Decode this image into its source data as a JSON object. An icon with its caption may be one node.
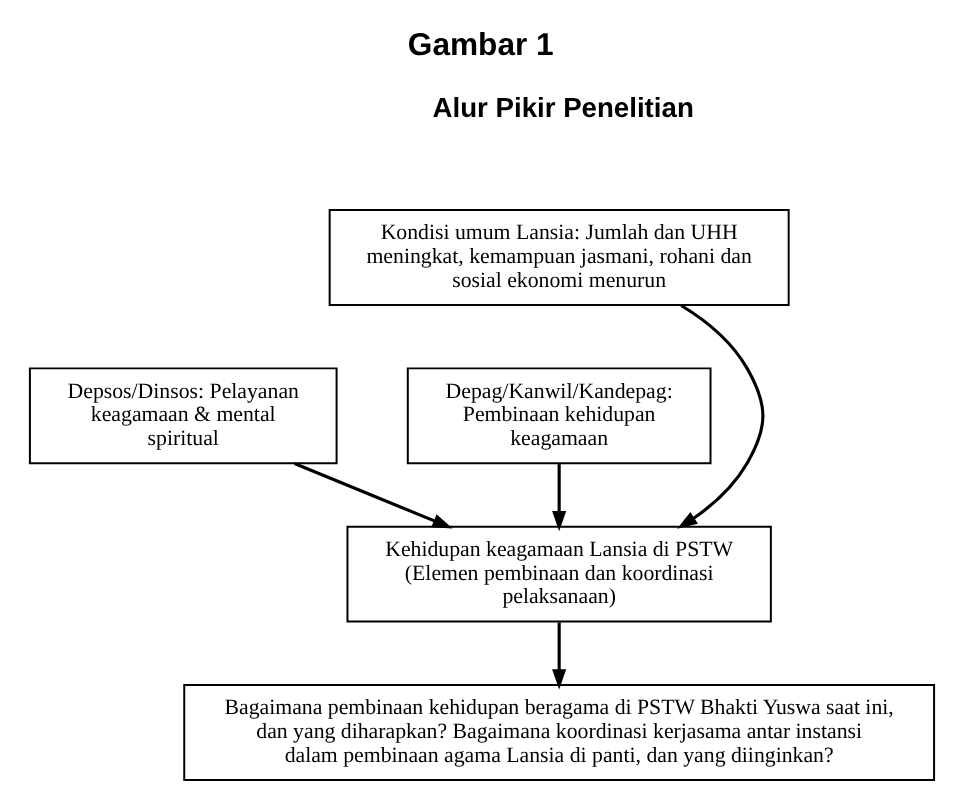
{
  "diagram": {
    "title": "Gambar 1",
    "nodes": [
      {
        "text": [
          "Kondisi umum Lansia: Jumlah dan UHH meningkat, kemampuan jasmani, rohani dan sosial ekonomi menurun"
        ]
      },
      {
        "text": [
          "Depsos/Dinsos: Pelayanan keagamaan & mental spiritual"
        ]
      },
      {
        "text": [
          "Depag/Kanwil/Kandepag: Pembinaan kehidupan keagamaan"
        ]
      },
      {
        "text": [
          "Kehidupan keagamaan Lansia di PSTW (Elemen pembinaan dan koordinasi pelaksanaan)"
        ]
      },
      {
        "text": [
          "Bagaimana pembinaan kehidupan beragama di PSTW Bhakti Yuswa saat ini, dan yang diharapkan? Bagaimana koordinasi kerjasama antar instansi dalam pembinaan agama Lansia di panti, dan yang diinginkan?"
        ]
      }
    ],
    "edges": [
      {
        "from": 0,
        "to": 3,
        "arrow": "to"
      },
      {
        "from": 1,
        "to": 3,
        "arrow": "to"
      },
      {
        "from": 2,
        "to": 3,
        "arrow": "to"
      },
      {
        "from": 3,
        "to": 4,
        "arrow": "to"
      }
    ],
    "labels": [
      "Alur Pikir Penelitian"
    ]
  }
}
